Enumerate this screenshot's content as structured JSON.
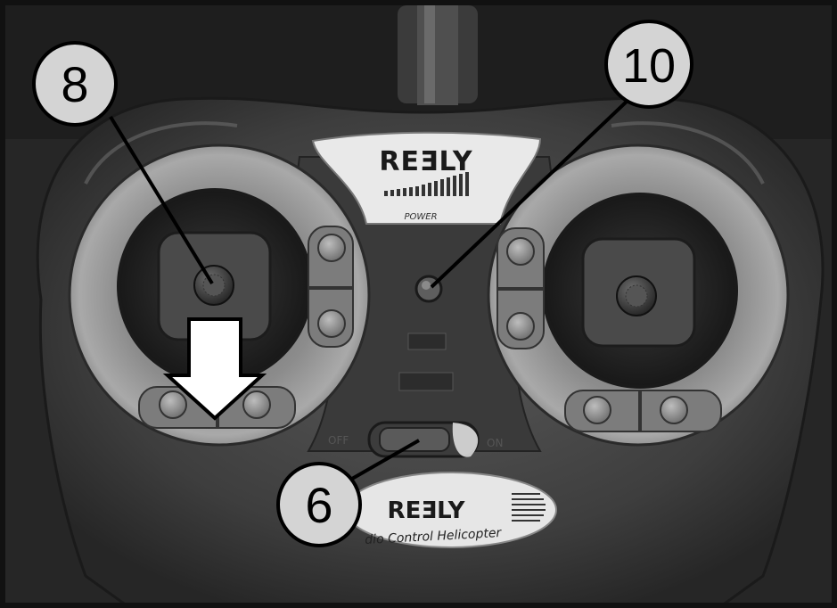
{
  "callouts": {
    "c8": "8",
    "c10": "10",
    "c6": "6"
  },
  "top_badge": {
    "brand": "REƎLY",
    "power_label": "POWER"
  },
  "bottom_badge": {
    "brand": "REƎLY",
    "subtitle": "dio Control Helicopter"
  },
  "switch_labels": {
    "off": "OFF",
    "on": "ON"
  },
  "icons": {
    "arrow": "down-arrow-icon"
  }
}
